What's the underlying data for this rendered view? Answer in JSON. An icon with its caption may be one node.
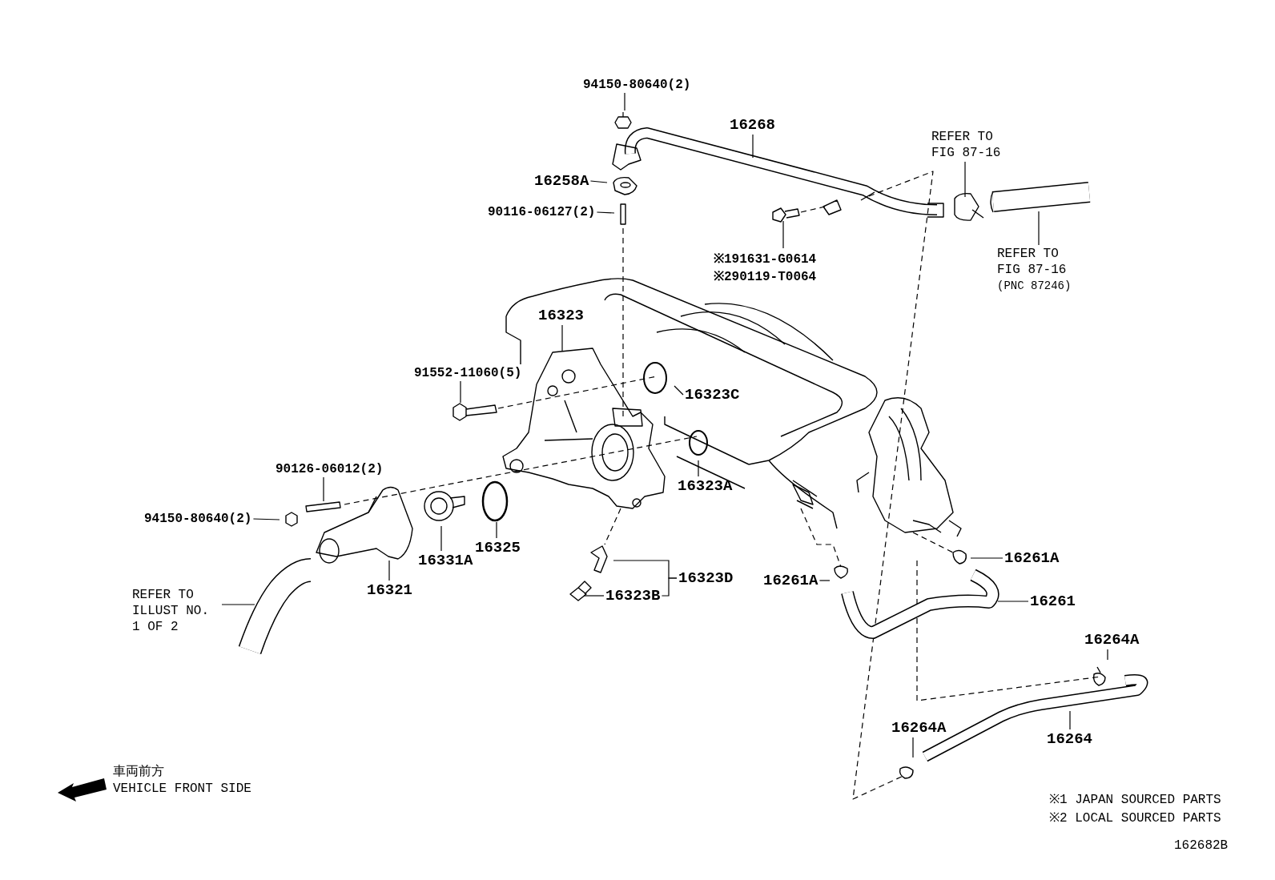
{
  "diagram": {
    "nodes": [
      {
        "text": [
          "94150-80640(2)"
        ]
      },
      {
        "text": [
          "16268"
        ]
      },
      {
        "text": [
          "16258A"
        ]
      },
      {
        "text": [
          "90116-06127(2)"
        ]
      },
      {
        "text": [
          "※191631-G0614",
          "※290119-T0064"
        ]
      },
      {
        "text": [
          "REFER TO FIG 87-16"
        ]
      },
      {
        "text": [
          "REFER TO FIG 87-16",
          "(PNC 87246)"
        ]
      },
      {
        "text": [
          "16323"
        ]
      },
      {
        "text": [
          "91552-11060(5)"
        ]
      },
      {
        "text": [
          "16323C"
        ]
      },
      {
        "text": [
          "16323A"
        ]
      },
      {
        "text": [
          "90126-06012(2)"
        ]
      },
      {
        "text": [
          "94150-80640(2)"
        ]
      },
      {
        "text": [
          "16331A"
        ]
      },
      {
        "text": [
          "16325"
        ]
      },
      {
        "text": [
          "16321"
        ]
      },
      {
        "text": [
          "REFER TO ILLUST NO. 1 OF 2"
        ]
      },
      {
        "text": [
          "16323D"
        ]
      },
      {
        "text": [
          "16323B"
        ]
      },
      {
        "text": [
          "16261A"
        ]
      },
      {
        "text": [
          "16261A"
        ]
      },
      {
        "text": [
          "16261"
        ]
      },
      {
        "text": [
          "16264A"
        ]
      },
      {
        "text": [
          "16264"
        ]
      },
      {
        "text": [
          "16264A"
        ]
      }
    ],
    "edges": [
      {
        "from": 0,
        "to": null,
        "arrow": "none"
      },
      {
        "from": 1,
        "to": null,
        "arrow": "none"
      },
      {
        "from": 2,
        "to": null,
        "arrow": "none"
      },
      {
        "from": 3,
        "to": null,
        "arrow": "none"
      },
      {
        "from": 4,
        "to": null,
        "arrow": "none"
      },
      {
        "from": 5,
        "to": null,
        "arrow": "none"
      },
      {
        "from": 6,
        "to": null,
        "arrow": "none"
      },
      {
        "from": 7,
        "to": null,
        "arrow": "none"
      },
      {
        "from": 8,
        "to": null,
        "arrow": "none"
      },
      {
        "from": 9,
        "to": null,
        "arrow": "none"
      },
      {
        "from": 10,
        "to": null,
        "arrow": "none"
      },
      {
        "from": 11,
        "to": null,
        "arrow": "none"
      },
      {
        "from": 12,
        "to": null,
        "arrow": "none"
      },
      {
        "from": 13,
        "to": null,
        "arrow": "none"
      },
      {
        "from": 14,
        "to": null,
        "arrow": "none"
      },
      {
        "from": 15,
        "to": null,
        "arrow": "none"
      },
      {
        "from": 16,
        "to": null,
        "arrow": "none"
      },
      {
        "from": 17,
        "to": null,
        "arrow": "none"
      },
      {
        "from": 17,
        "to": 18,
        "arrow": "none"
      },
      {
        "from": 18,
        "to": null,
        "arrow": "none"
      },
      {
        "from": 19,
        "to": null,
        "arrow": "none"
      },
      {
        "from": 20,
        "to": null,
        "arrow": "none"
      },
      {
        "from": 21,
        "to": null,
        "arrow": "none"
      },
      {
        "from": 22,
        "to": null,
        "arrow": "none"
      },
      {
        "from": 23,
        "to": null,
        "arrow": "none"
      },
      {
        "from": 24,
        "to": null,
        "arrow": "none"
      }
    ],
    "labels": [
      "車両前方",
      "VEHICLE FRONT SIDE",
      "※1 JAPAN SOURCED PARTS",
      "※2 LOCAL SOURCED PARTS",
      "162682B"
    ]
  }
}
